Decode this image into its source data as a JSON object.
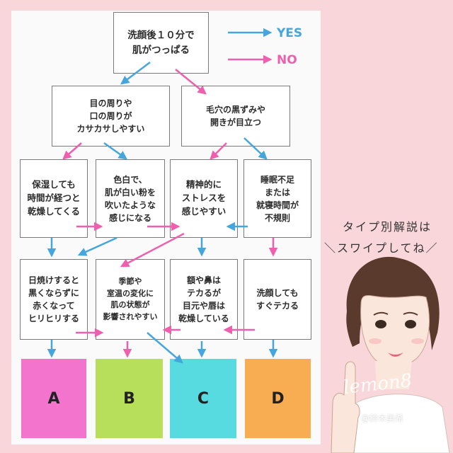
{
  "legend": {
    "yes_label": "YES",
    "no_label": "NO",
    "yes_color": "#45a6dd",
    "no_color": "#ee5fae"
  },
  "nodes": {
    "start": "洗顔後１０分で\n肌がつっぱる",
    "q_left": "目の周りや\n口の周りが\nカサカサしやすい",
    "q_right": "毛穴の黒ずみや\n開きが目立つ",
    "r3_1": "保湿しても\n時間が経つと\n乾燥してくる",
    "r3_2": "色白で、\n肌が白い粉を\n吹いたような\n感じになる",
    "r3_3": "精神的に\nストレスを\n感じやすい",
    "r3_4": "睡眠不足\nまたは\n就寝時間が\n不規則",
    "r4_1": "日焼けすると\n黒くならずに\n赤くなって\nヒリヒリする",
    "r4_2": "季節や\n室温の変化に\n肌の状態が\n影響されやすい",
    "r4_3": "額や鼻は\nテカるが\n目元や唇は\n乾燥している",
    "r4_4": "洗顔しても\nすぐテカる"
  },
  "results": [
    {
      "label": "A",
      "color": "#f374cc"
    },
    {
      "label": "B",
      "color": "#b7df5b"
    },
    {
      "label": "C",
      "color": "#57dbe1"
    },
    {
      "label": "D",
      "color": "#f8ad52"
    }
  ],
  "side": {
    "note_line1": "タイプ別解説は",
    "note_line2": "＼スワイプしてね／",
    "brand": "lemon8",
    "credit": "@鈴木美希",
    "hair_color": "#5a3a2c",
    "skin_color": "#fbe6dc"
  }
}
